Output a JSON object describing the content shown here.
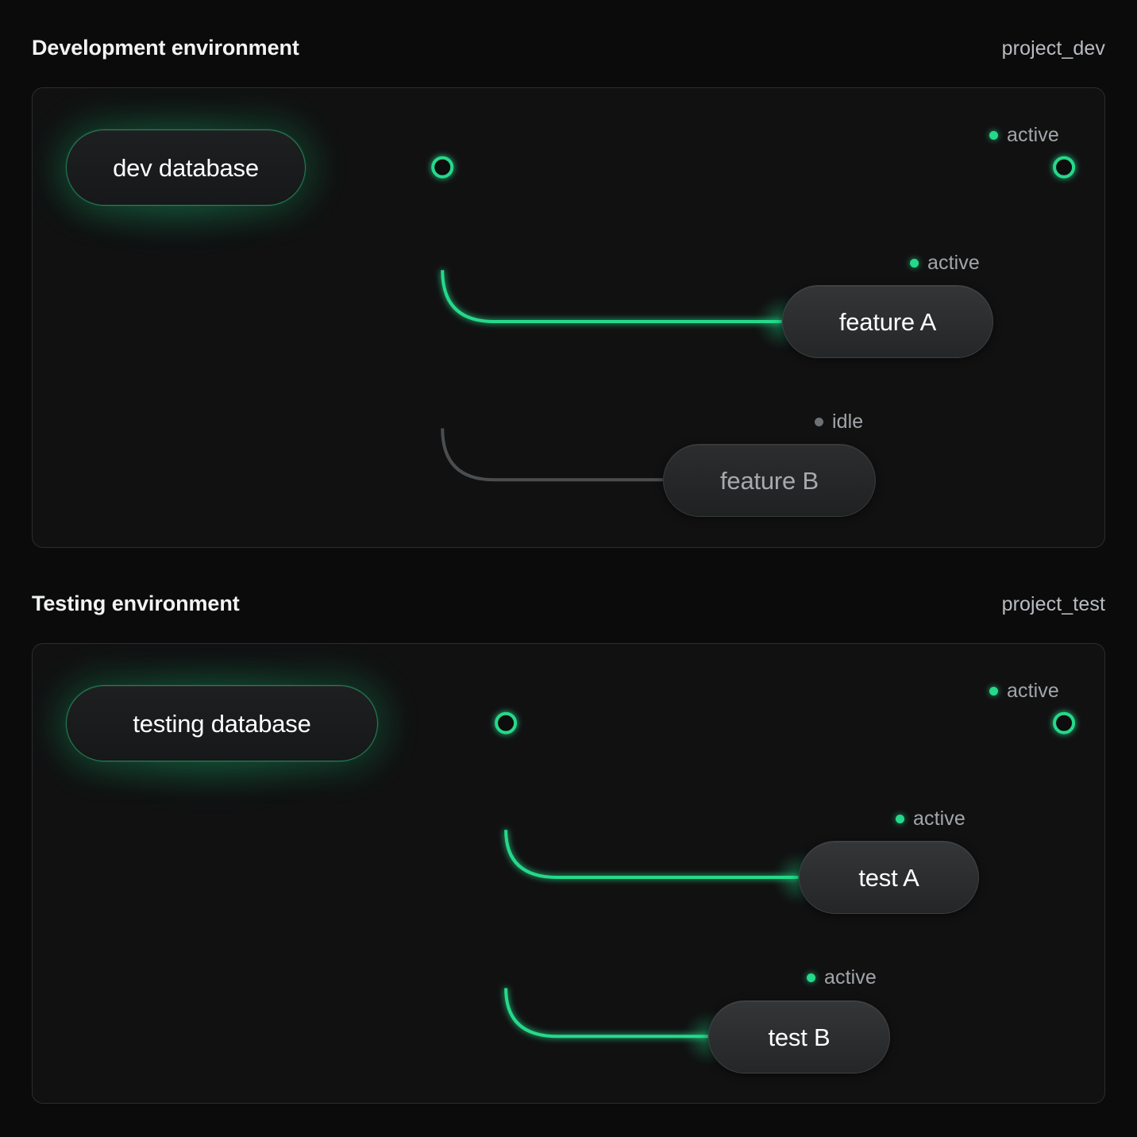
{
  "theme": {
    "background": "#0b0b0c",
    "panel_background": "#111112",
    "panel_border": "#2b2d2f",
    "accent_green": "#25d98a",
    "idle_gray": "#6d7175",
    "text_primary": "#f2f3f4",
    "text_muted": "#a2a6aa"
  },
  "sections": [
    {
      "title": "Development environment",
      "project": "project_dev",
      "database": {
        "label": "dev database",
        "status": "active"
      },
      "endpoint": {
        "status_label": "active",
        "status": "active"
      },
      "services": [
        {
          "label": "feature A",
          "status_label": "active",
          "status": "active"
        },
        {
          "label": "feature B",
          "status_label": "idle",
          "status": "idle"
        }
      ]
    },
    {
      "title": "Testing environment",
      "project": "project_test",
      "database": {
        "label": "testing database",
        "status": "active"
      },
      "endpoint": {
        "status_label": "active",
        "status": "active"
      },
      "services": [
        {
          "label": "test A",
          "status_label": "active",
          "status": "active"
        },
        {
          "label": "test B",
          "status_label": "active",
          "status": "active"
        }
      ]
    }
  ]
}
